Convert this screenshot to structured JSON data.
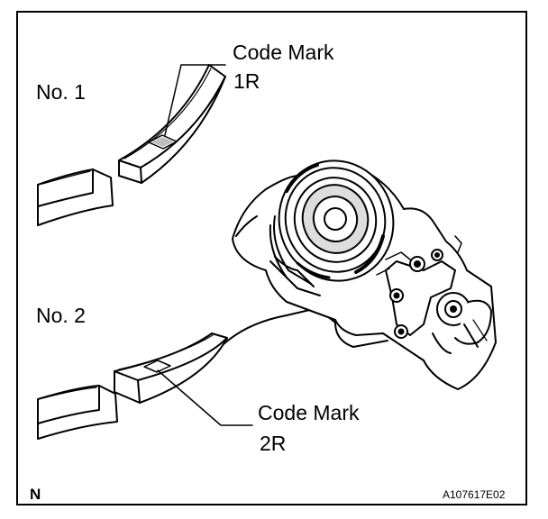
{
  "labels": {
    "part1": "No. 1",
    "part2": "No. 2",
    "code_mark_1_line1": "Code Mark",
    "code_mark_1_line2": "1R",
    "code_mark_2_line1": "Code Mark",
    "code_mark_2_line2": "2R"
  },
  "footer": {
    "corner_letter": "N",
    "figure_code": "A107617E02"
  },
  "icons": [
    "code-mark-diamond",
    "piston-ring",
    "engine-piston-assembly"
  ]
}
